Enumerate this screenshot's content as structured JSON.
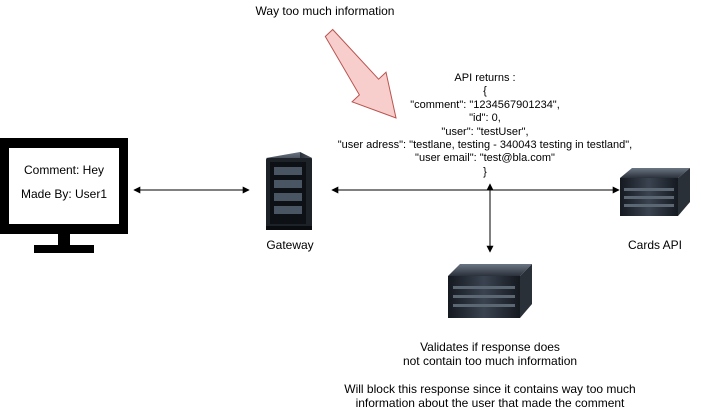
{
  "warning_label": "Way too much information",
  "monitor": {
    "comment_line": "Comment: Hey",
    "author_line": "Made By: User1"
  },
  "gateway_label": "Gateway",
  "cards_api_label": "Cards API",
  "api_returns": {
    "heading": "API returns :",
    "lines": [
      "{",
      "\"comment\": \"1234567901234\",",
      "\"id\": 0,",
      "\"user\": \"testUser\",",
      "\"user adress\": \"testlane, testing - 340043 testing in testland\",",
      "\"user email\": \"test@bla.com\"",
      "}"
    ]
  },
  "validator": {
    "description_line1": "Validates if response does",
    "description_line2": "not contain too much information",
    "block_line1": "Will block this response since it contains way too much",
    "block_line2": "information about the user that made the comment"
  },
  "colors": {
    "warning_arrow_fill": "#f8cecc",
    "warning_arrow_stroke": "#b85450",
    "server_dark": "#1d2128",
    "server_mid": "#3a4350",
    "line": "#000000"
  },
  "icons": {
    "monitor": "monitor-icon",
    "gateway": "server-rack-icon",
    "cards_api": "server-box-icon",
    "validator": "server-box-icon"
  }
}
